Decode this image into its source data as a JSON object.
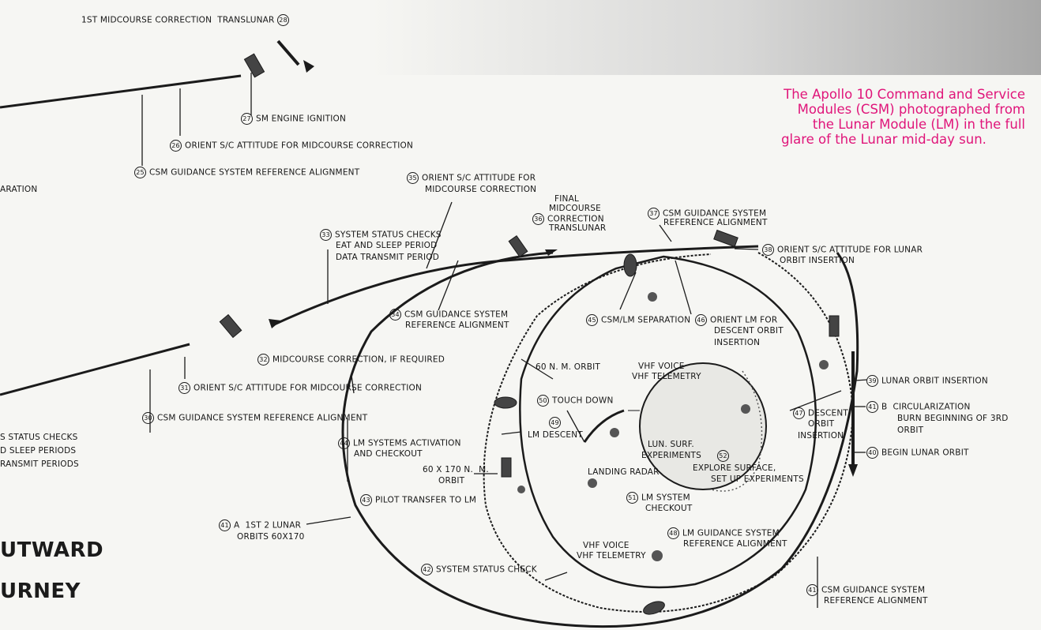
{
  "caption": {
    "line1": "The Apollo 10 Command and Service",
    "line2": "Modules (CSM) photographed from",
    "line3": "the Lunar Module (LM) in the full",
    "line4": "glare of the Lunar mid-day sun."
  },
  "heading": {
    "line1": "UTWARD",
    "line2": "URNEY"
  },
  "cutoff_left": {
    "aration": "ARATION",
    "status1": "S STATUS CHECKS",
    "status2": "D SLEEP PERIODS",
    "status3": "RANSMIT PERIODS"
  },
  "events": {
    "e28": {
      "num": "28",
      "text": "1ST MIDCOURSE CORRECTION  TRANSLUNAR"
    },
    "e27": {
      "num": "27",
      "text": "SM ENGINE IGNITION"
    },
    "e26": {
      "num": "26",
      "text": "ORIENT S/C ATTITUDE FOR MIDCOURSE CORRECTION"
    },
    "e25": {
      "num": "25",
      "text": "CSM GUIDANCE SYSTEM REFERENCE ALIGNMENT"
    },
    "e35": {
      "num": "35",
      "line1": "ORIENT S/C ATTITUDE FOR",
      "line2": "MIDCOURSE CORRECTION"
    },
    "e36": {
      "num": "36",
      "line1": "FINAL",
      "line2": "MIDCOURSE",
      "line3": "CORRECTION",
      "line4": "TRANSLUNAR"
    },
    "e37": {
      "num": "37",
      "line1": "CSM GUIDANCE SYSTEM",
      "line2": "REFERENCE ALIGNMENT"
    },
    "e38": {
      "num": "38",
      "line1": "ORIENT S/C ATTITUDE FOR LUNAR",
      "line2": "ORBIT INSERTION"
    },
    "e33": {
      "num": "33",
      "line1": "SYSTEM STATUS CHECKS",
      "line2": "EAT AND SLEEP PERIOD",
      "line3": "DATA TRANSMIT PERIOD"
    },
    "e34": {
      "num": "34",
      "line1": "CSM GUIDANCE SYSTEM",
      "line2": "REFERENCE ALIGNMENT"
    },
    "e45": {
      "num": "45",
      "text": "CSM/LM SEPARATION"
    },
    "e46": {
      "num": "46",
      "line1": "ORIENT LM FOR",
      "line2": "DESCENT ORBIT",
      "line3": "INSERTION"
    },
    "e32": {
      "num": "32",
      "text": "MIDCOURSE CORRECTION, IF REQUIRED"
    },
    "e31": {
      "num": "31",
      "text": "ORIENT S/C ATTITUDE FOR MIDCOURSE CORRECTION"
    },
    "e30": {
      "num": "30",
      "text": "CSM GUIDANCE SYSTEM REFERENCE ALIGNMENT"
    },
    "e50": {
      "num": "50",
      "text": "TOUCH DOWN"
    },
    "e49": {
      "num": "49",
      "text": "LM DESCENT"
    },
    "e44": {
      "num": "44",
      "line1": "LM SYSTEMS ACTIVATION",
      "line2": "AND CHECKOUT"
    },
    "e43": {
      "num": "43",
      "text": "PILOT TRANSFER TO LM"
    },
    "e41a": {
      "num": "41",
      "line1": "A  1ST 2 LUNAR",
      "line2": "ORBITS 60x170"
    },
    "e42": {
      "num": "42",
      "text": "SYSTEM STATUS CHECK"
    },
    "e48": {
      "num": "48",
      "line1": "LM GUIDANCE SYSTEM",
      "line2": "REFERENCE ALIGNMENT"
    },
    "e51": {
      "num": "51",
      "line1": "LM SYSTEM",
      "line2": "CHECKOUT"
    },
    "e52": {
      "num": "52",
      "line1": "EXPLORE SURFACE,",
      "line2": "SET UP EXPERIMENTS"
    },
    "e47": {
      "num": "47",
      "line1": "DESCENT",
      "line2": "ORBIT",
      "line3": "INSERTION"
    },
    "e39": {
      "num": "39",
      "text": "LUNAR ORBIT INSERTION"
    },
    "e41b": {
      "num": "41",
      "line1": "B  CIRCULARIZATION",
      "line2": "BURN BEGINNING OF 3RD",
      "line3": "ORBIT"
    },
    "e40": {
      "num": "40",
      "text": "BEGIN LUNAR ORBIT"
    },
    "e41c": {
      "num": "41",
      "line1": "CSM GUIDANCE SYSTEM",
      "line2": "REFERENCE ALIGNMENT"
    }
  },
  "notes": {
    "orbit60": "60 N. M. ORBIT",
    "orbit60x170_1": "60 x 170 N.  M.",
    "orbit60x170_2": "ORBIT",
    "vhf1a": "VHF VOICE",
    "vhf1b": "VHF TELEMETRY",
    "vhf2a": "VHF VOICE",
    "vhf2b": "VHF TELEMETRY",
    "lunsurf1": "LUN. SURF.",
    "lunsurf2": "EXPERIMENTS",
    "radar": "LANDING RADAR"
  }
}
